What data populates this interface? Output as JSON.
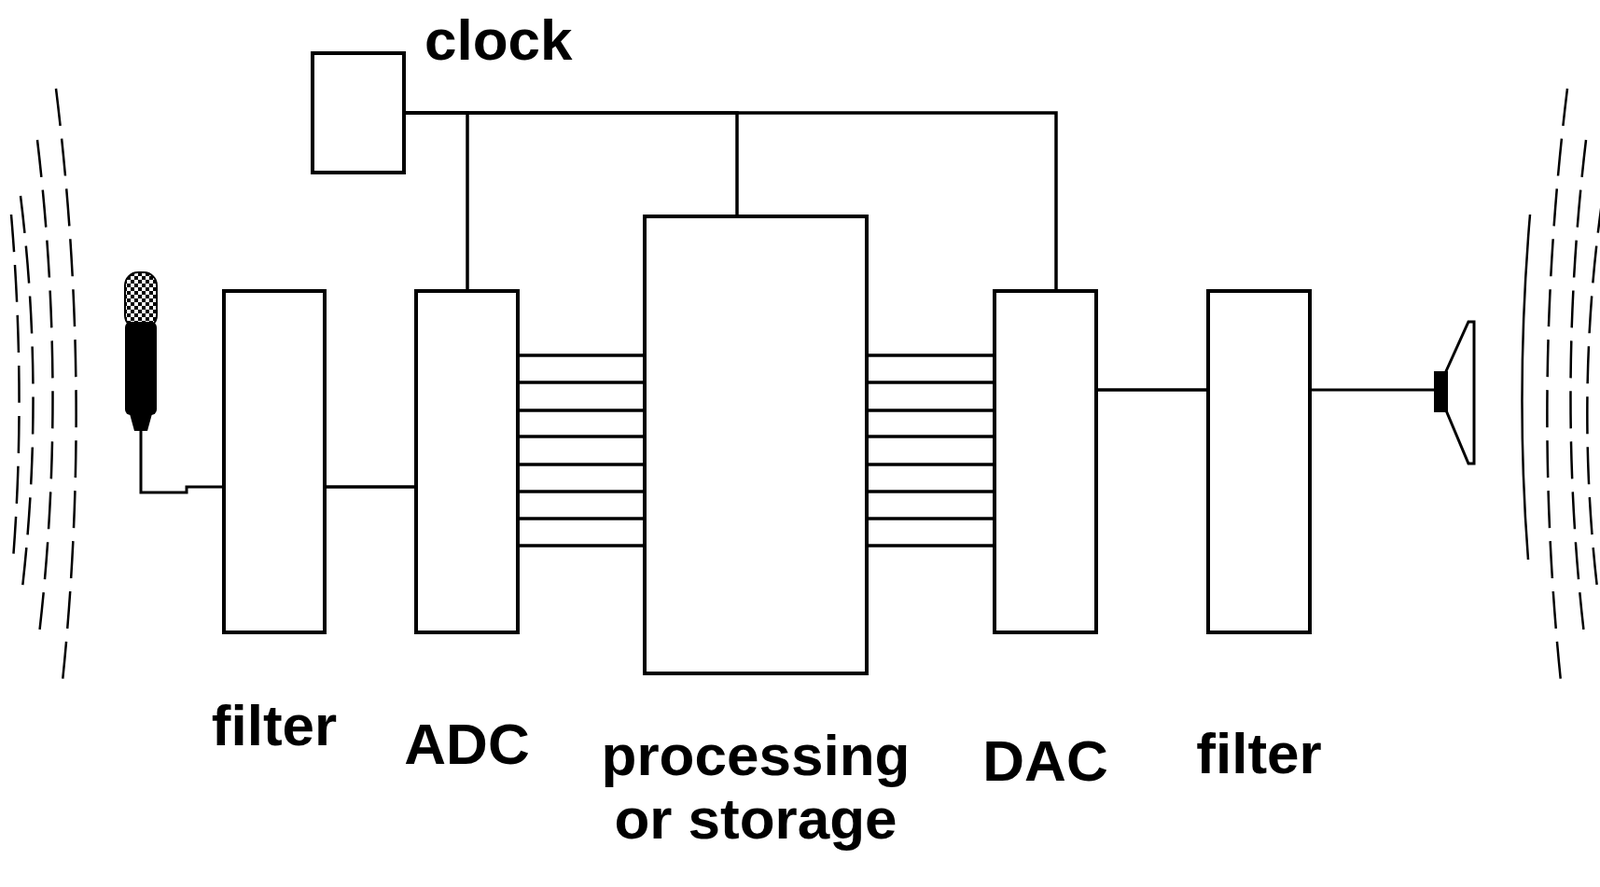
{
  "diagram": {
    "nodes": [
      {
        "text": [
          "clock"
        ]
      },
      {
        "text": [
          "filter"
        ]
      },
      {
        "text": [
          "ADC"
        ]
      },
      {
        "text": [
          "processing or storage"
        ]
      },
      {
        "text": [
          "DAC"
        ]
      },
      {
        "text": [
          "filter"
        ]
      }
    ],
    "edges": [
      {
        "from": 0,
        "to": 2,
        "arrow": "none"
      },
      {
        "from": 0,
        "to": 3,
        "arrow": "none"
      },
      {
        "from": 0,
        "to": 4,
        "arrow": "none"
      },
      {
        "from": 1,
        "to": 2,
        "arrow": "none"
      },
      {
        "from": 2,
        "to": 3,
        "arrow": "none"
      },
      {
        "from": 3,
        "to": 4,
        "arrow": "none"
      },
      {
        "from": 4,
        "to": 5,
        "arrow": "none"
      }
    ]
  }
}
